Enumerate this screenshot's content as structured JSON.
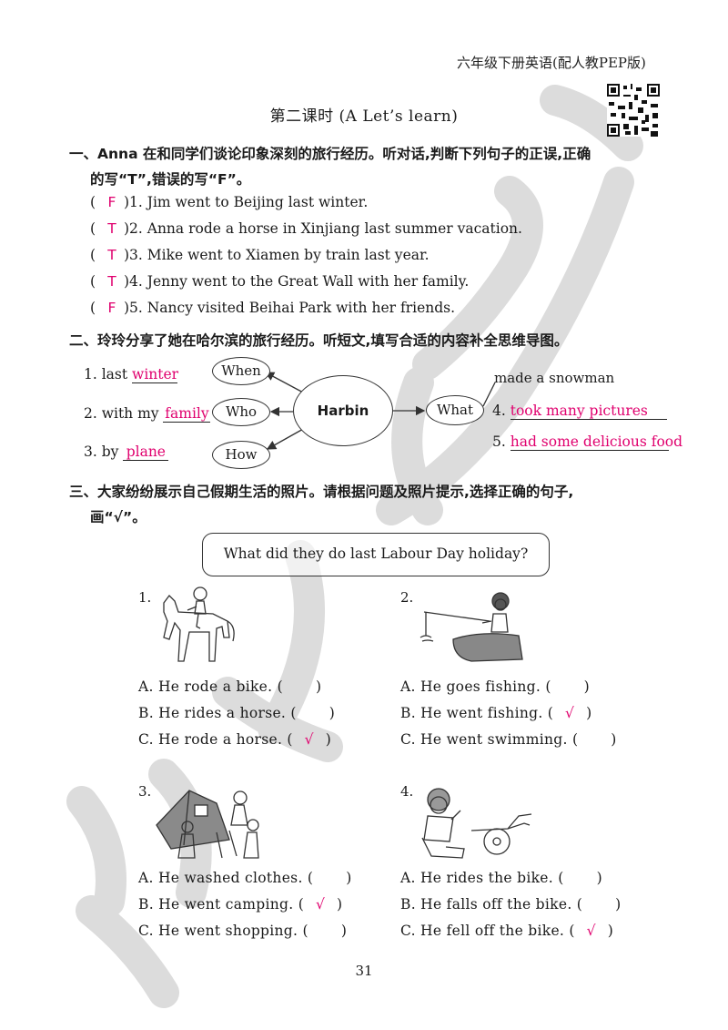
{
  "header": {
    "book_title": "六年级下册英语(配人教PEP版)",
    "page_number": "31"
  },
  "lesson_title": "第二课时 (A Let’s learn)",
  "section1": {
    "heading": "一、Anna 在和同学们谈论印象深刻的旅行经历。听对话,判断下列句子的正误,正确",
    "heading2": "的写“T”,错误的写“F”。",
    "items": [
      {
        "answer": "F",
        "text": ")1. Jim went to Beijing last winter."
      },
      {
        "answer": "T",
        "text": ")2. Anna rode a horse in Xinjiang last summer vacation."
      },
      {
        "answer": "T",
        "text": ")3. Mike went to Xiamen by train last year."
      },
      {
        "answer": "T",
        "text": ")4. Jenny went to the Great Wall with her family."
      },
      {
        "answer": "F",
        "text": ")5. Nancy visited Beihai Park with her friends."
      }
    ]
  },
  "section2": {
    "heading": "二、玲玲分享了她在哈尔滨的旅行经历。听短文,填写合适的内容补全思维导图。",
    "center": "Harbin",
    "when": "When",
    "who": "Who",
    "how": "How",
    "what": "What",
    "left": [
      {
        "prefix": "1. last",
        "answer": "winter"
      },
      {
        "prefix": "2. with my",
        "answer": "family"
      },
      {
        "prefix": "3. by",
        "answer": "plane"
      }
    ],
    "right_given": "made a snowman",
    "right": [
      {
        "prefix": "4.",
        "answer": "took many pictures"
      },
      {
        "prefix": "5.",
        "answer": "had some delicious food"
      }
    ]
  },
  "section3": {
    "heading": "三、大家纷纷展示自己假期生活的照片。请根据问题及照片提示,选择正确的句子,",
    "heading2": "画“√”。",
    "question": "What did they do last Labour Day holiday?",
    "groups": [
      {
        "num": "1.",
        "options": [
          {
            "text": "A. He rode a bike. (",
            "close": ")",
            "tick": ""
          },
          {
            "text": "B. He rides a horse. (",
            "close": ")",
            "tick": ""
          },
          {
            "text": "C. He rode a horse. (",
            "close": ")",
            "tick": "√"
          }
        ]
      },
      {
        "num": "2.",
        "options": [
          {
            "text": "A. He goes fishing. (",
            "close": ")",
            "tick": ""
          },
          {
            "text": "B. He went fishing. (",
            "close": ")",
            "tick": "√"
          },
          {
            "text": "C. He went swimming. (",
            "close": ")",
            "tick": ""
          }
        ]
      },
      {
        "num": "3.",
        "options": [
          {
            "text": "A. He washed clothes. (",
            "close": ")",
            "tick": ""
          },
          {
            "text": "B. He went camping. (",
            "close": ")",
            "tick": "√"
          },
          {
            "text": "C. He went shopping. (",
            "close": ")",
            "tick": ""
          }
        ]
      },
      {
        "num": "4.",
        "options": [
          {
            "text": "A. He rides the bike. (",
            "close": ")",
            "tick": ""
          },
          {
            "text": "B. He falls off the bike. (",
            "close": ")",
            "tick": ""
          },
          {
            "text": "C. He fell off the bike. (",
            "close": ")",
            "tick": "√"
          }
        ]
      }
    ]
  },
  "colors": {
    "answer": "#e0006e",
    "text": "#1a1a1a",
    "watermark": "#d6d6d6"
  }
}
